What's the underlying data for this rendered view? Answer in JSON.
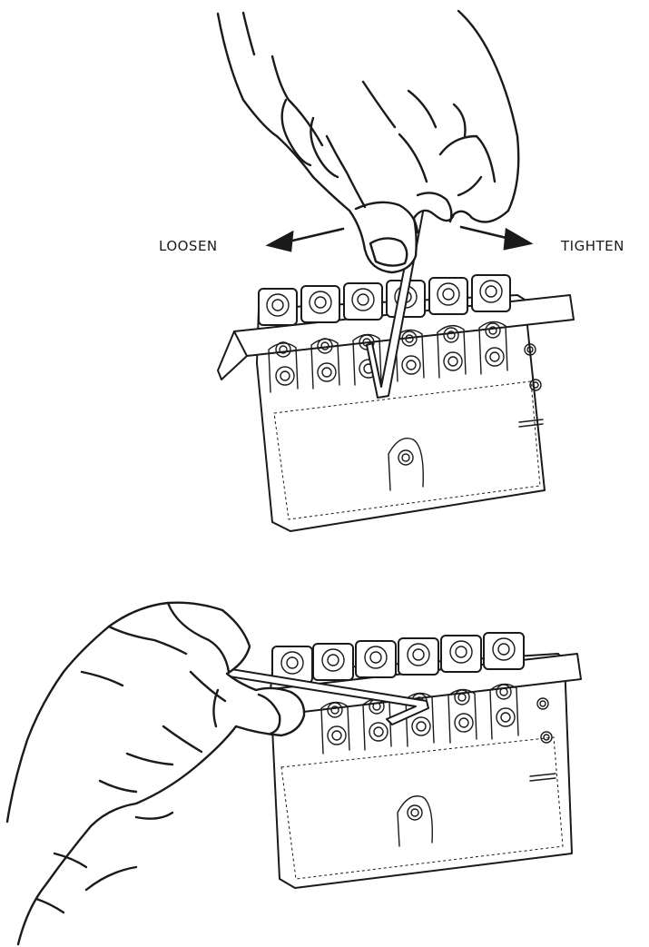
{
  "labels": {
    "loosen": "LOOSEN",
    "tighten": "TIGHTEN"
  },
  "colors": {
    "ink": "#1a1a1a",
    "background": "#ffffff"
  },
  "figures": [
    {
      "name": "top-illustration",
      "description_icon": "hand-turning-allen-wrench-vertical-icon"
    },
    {
      "name": "bottom-illustration",
      "description_icon": "hand-inserting-allen-wrench-horizontal-icon"
    }
  ]
}
